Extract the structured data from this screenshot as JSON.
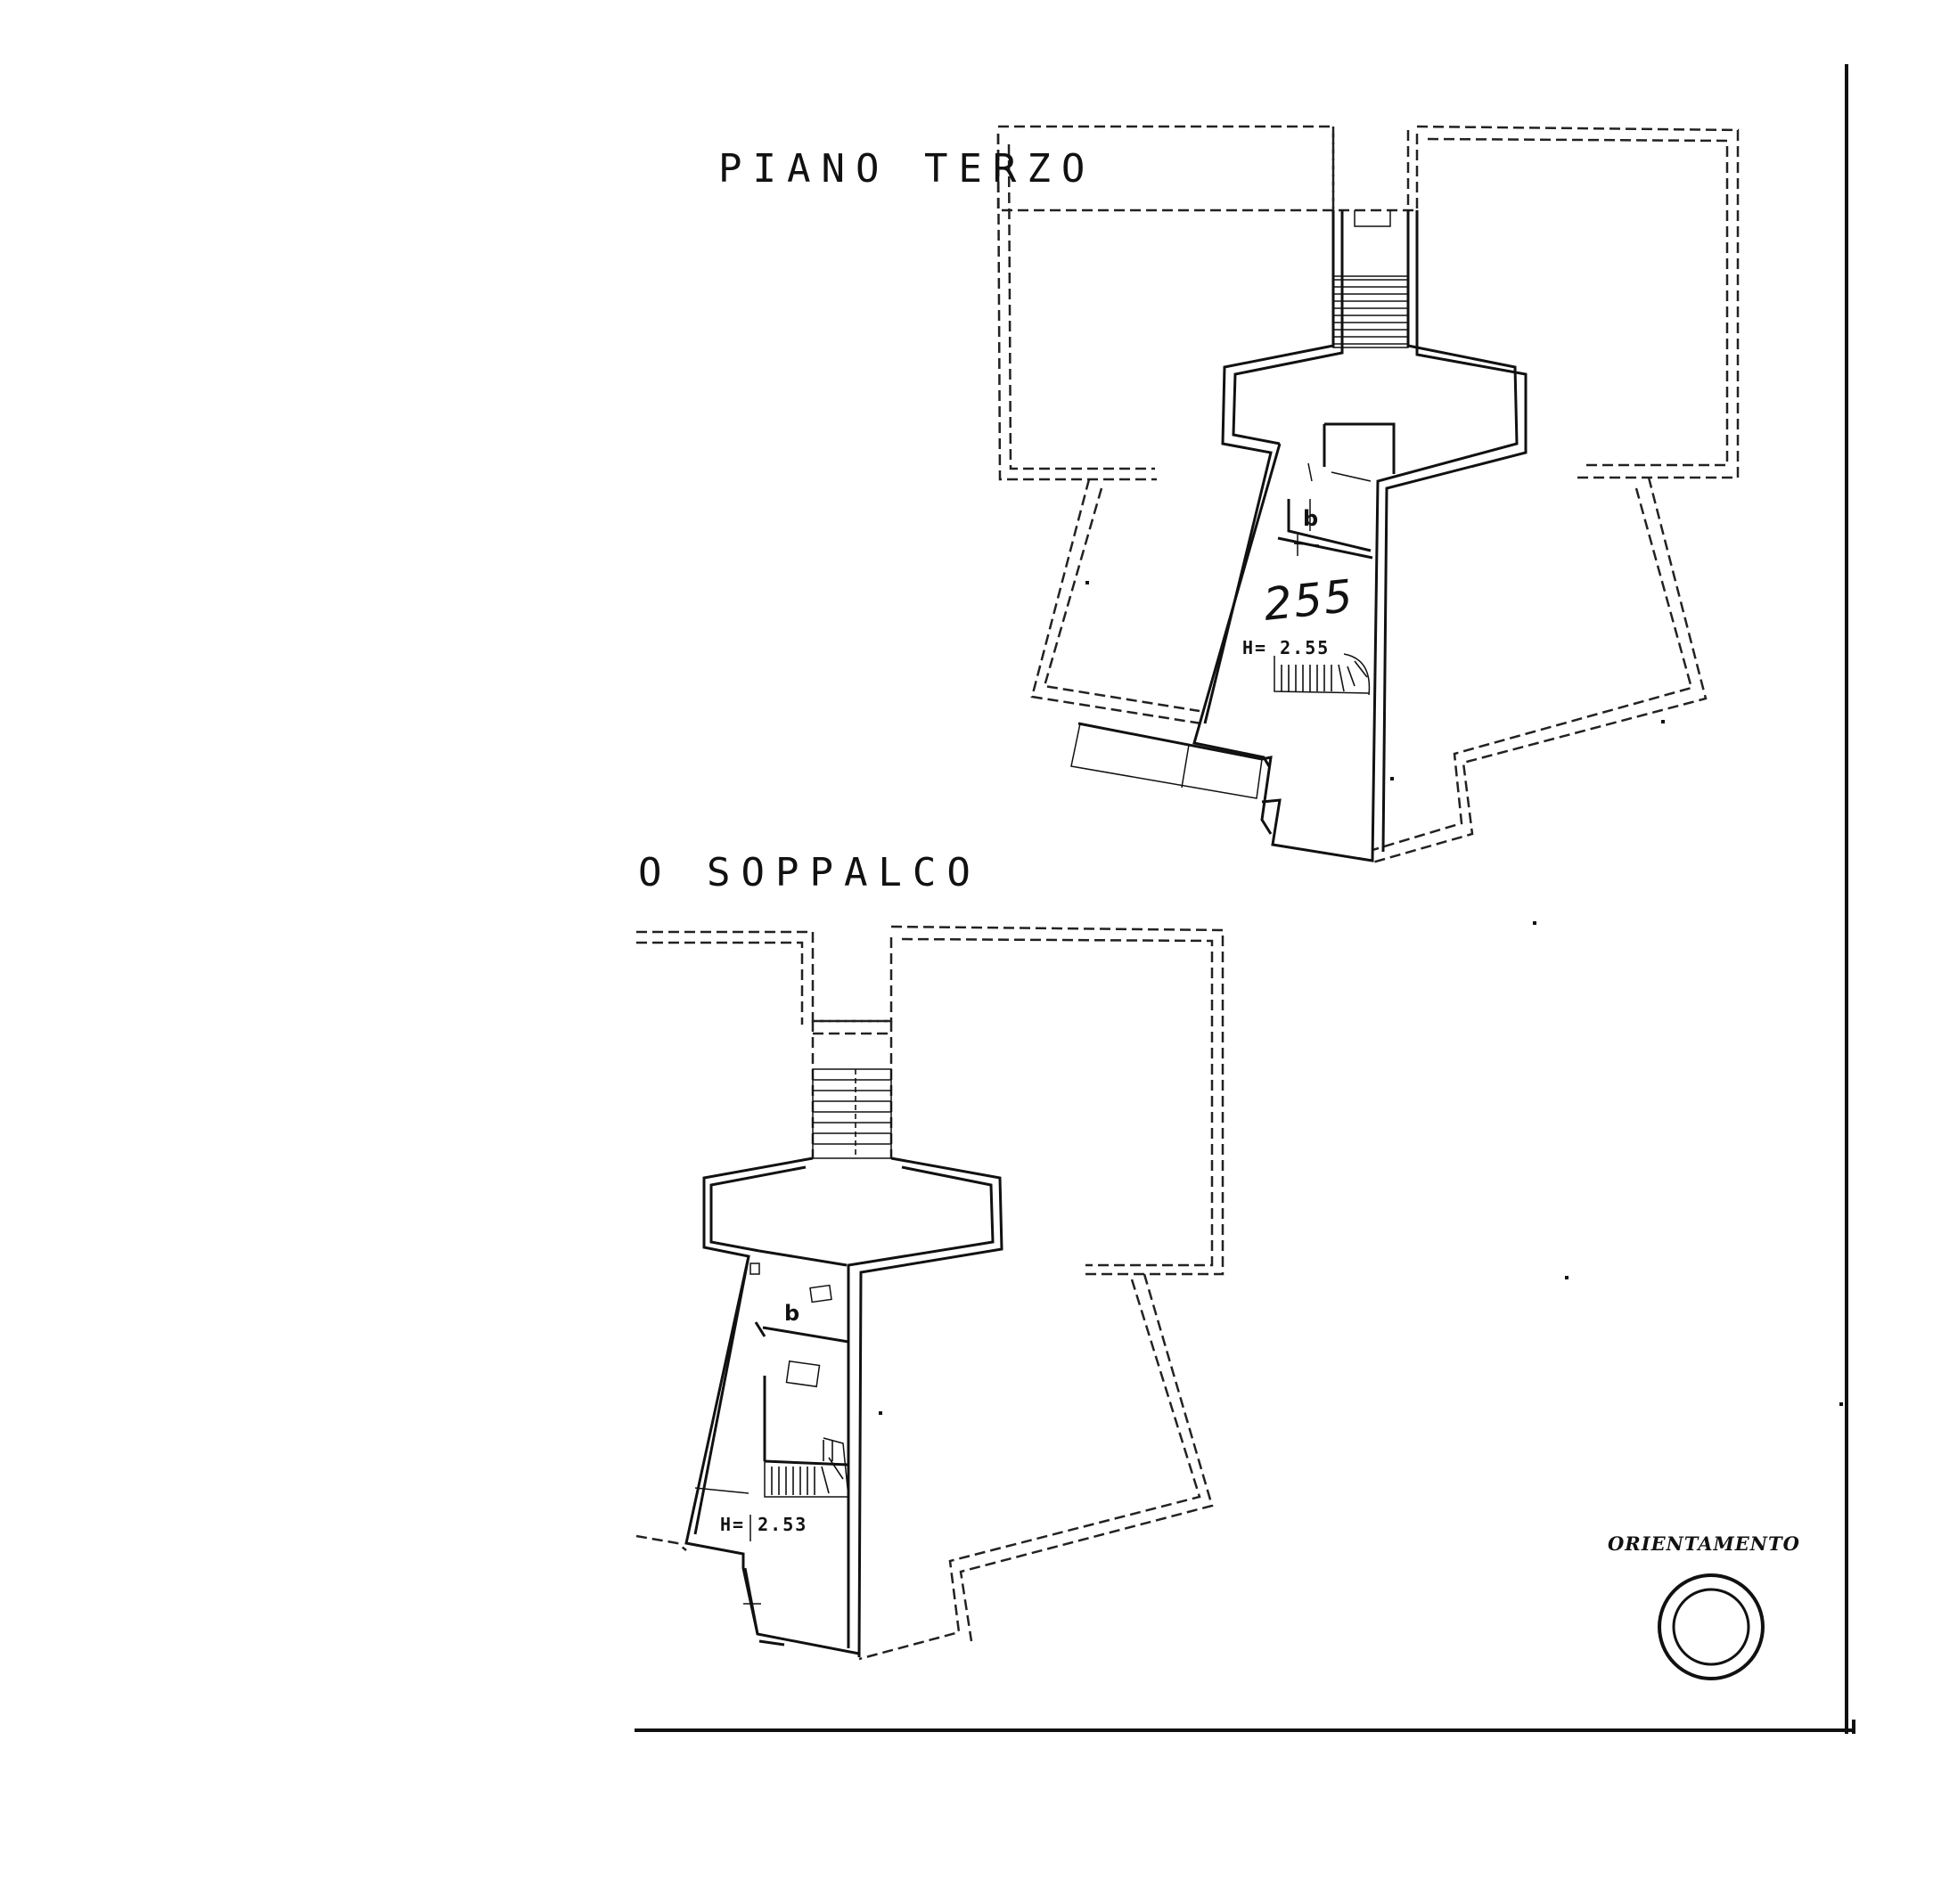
{
  "labels": {
    "floor_upper": "PIANO TERZO",
    "floor_lower": "O SOPPALCO",
    "area_number": "255",
    "height_upper": "H= 2.55",
    "height_lower": "H= 2.53",
    "room_upper": "b",
    "room_lower": "b",
    "orientation": "ORIENTAMENTO"
  }
}
